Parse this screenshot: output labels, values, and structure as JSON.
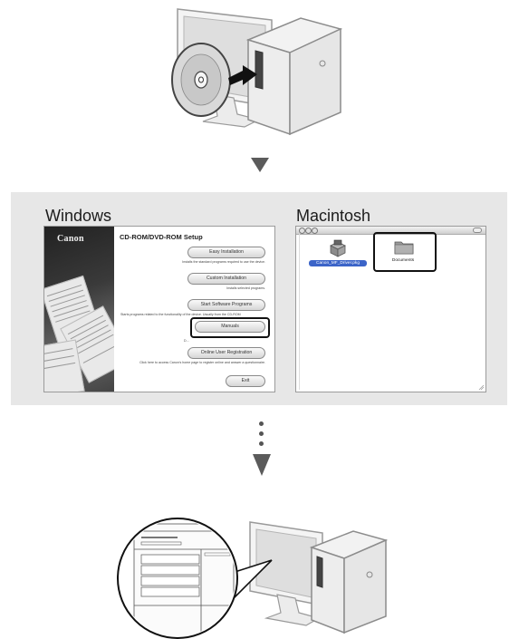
{
  "windows": {
    "title": "Windows",
    "brand": "Canon",
    "setup_title": "CD-ROM/DVD-ROM Setup",
    "buttons": [
      {
        "label": "Easy Installation",
        "desc": "Installs the standard programs required to use the device."
      },
      {
        "label": "Custom Installation",
        "desc": "Installs selected programs."
      },
      {
        "label": "Start Software Programs",
        "desc": "Starts programs related to the functionality of the device. Usually from the CD-ROM"
      },
      {
        "label": "Manuals",
        "desc": "D..."
      },
      {
        "label": "Online User Registration",
        "desc": "Click here to access Canon's home page to register online and answer a questionnaire."
      },
      {
        "label": "Exit",
        "desc": ""
      }
    ]
  },
  "mac": {
    "title": "Macintosh",
    "items": [
      {
        "label": "Canon_MF_Driver.pkg",
        "icon": "package-icon"
      },
      {
        "label": "Documents",
        "icon": "folder-icon"
      }
    ]
  },
  "colors": {
    "band": "#e7e7e7",
    "arrow": "#5b5b5b",
    "highlight": "#111111",
    "selection": "#3b64c8"
  }
}
